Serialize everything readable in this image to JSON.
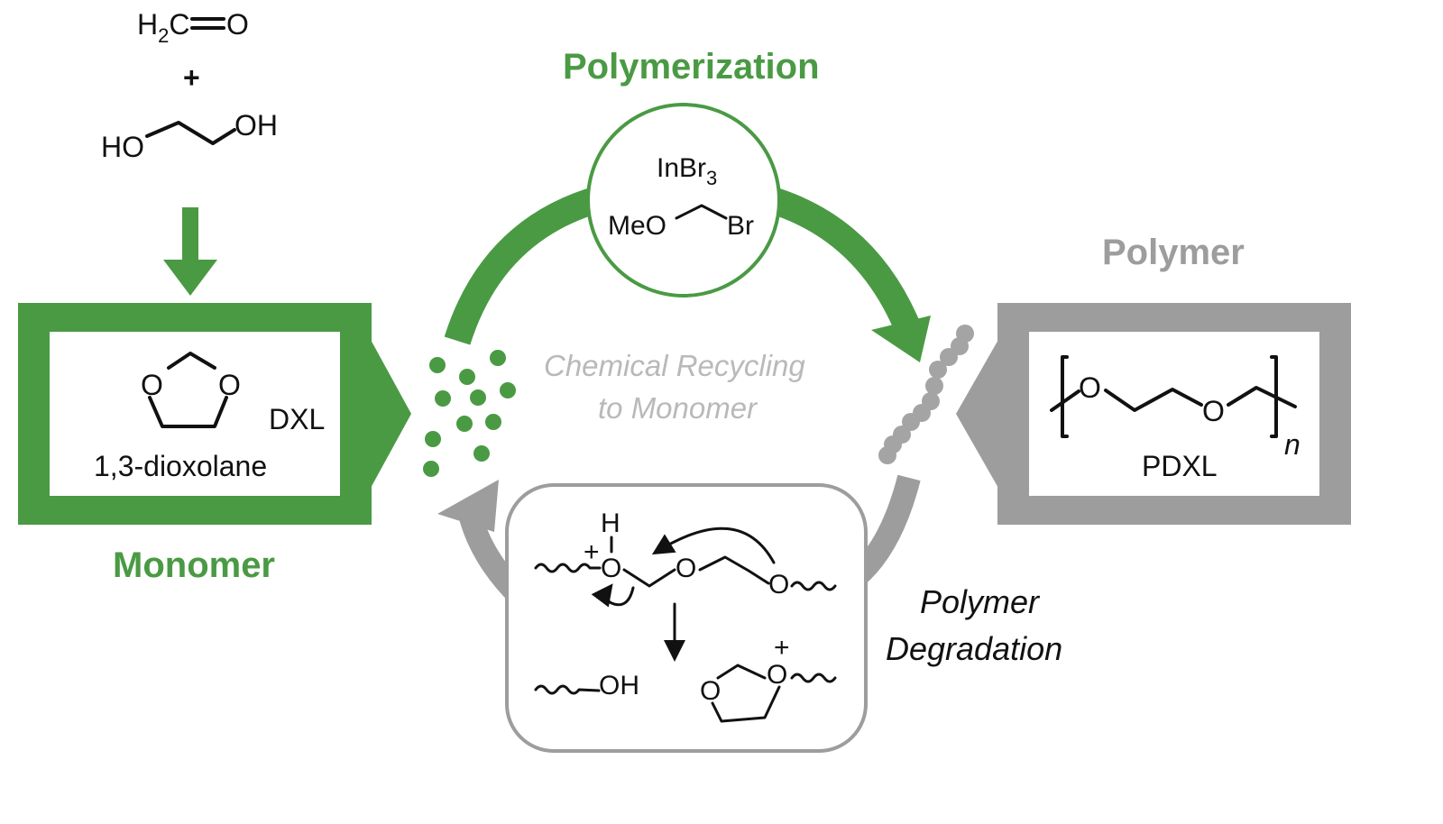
{
  "reagents": {
    "formaldehyde_h": "H",
    "formaldehyde_sub": "2",
    "formaldehyde_rest": "C",
    "formaldehyde_o": "O",
    "plus": "+",
    "diol_left": "HO",
    "diol_right": "OH"
  },
  "monomer": {
    "title": "Monomer",
    "abbreviation": "DXL",
    "name": "1,3-dioxolane",
    "ring_o": "O"
  },
  "polymerization": {
    "title": "Polymerization",
    "catalyst": "InBr",
    "catalyst_sub": "3",
    "initiator_left": "MeO",
    "initiator_right": "Br"
  },
  "polymer": {
    "title": "Polymer",
    "abbreviation": "PDXL",
    "repeat_sub": "n",
    "chain_o": "O"
  },
  "recycling": {
    "line1": "Chemical Recycling",
    "line2": "to Monomer"
  },
  "degradation": {
    "line1": "Polymer",
    "line2": "Degradation",
    "proton": "H",
    "plus": "+",
    "oxygen": "O",
    "product_oh": "OH"
  },
  "colors": {
    "green": "#4a9a44",
    "grey": "#9d9d9d",
    "dot_grey": "#a4a4a4"
  }
}
